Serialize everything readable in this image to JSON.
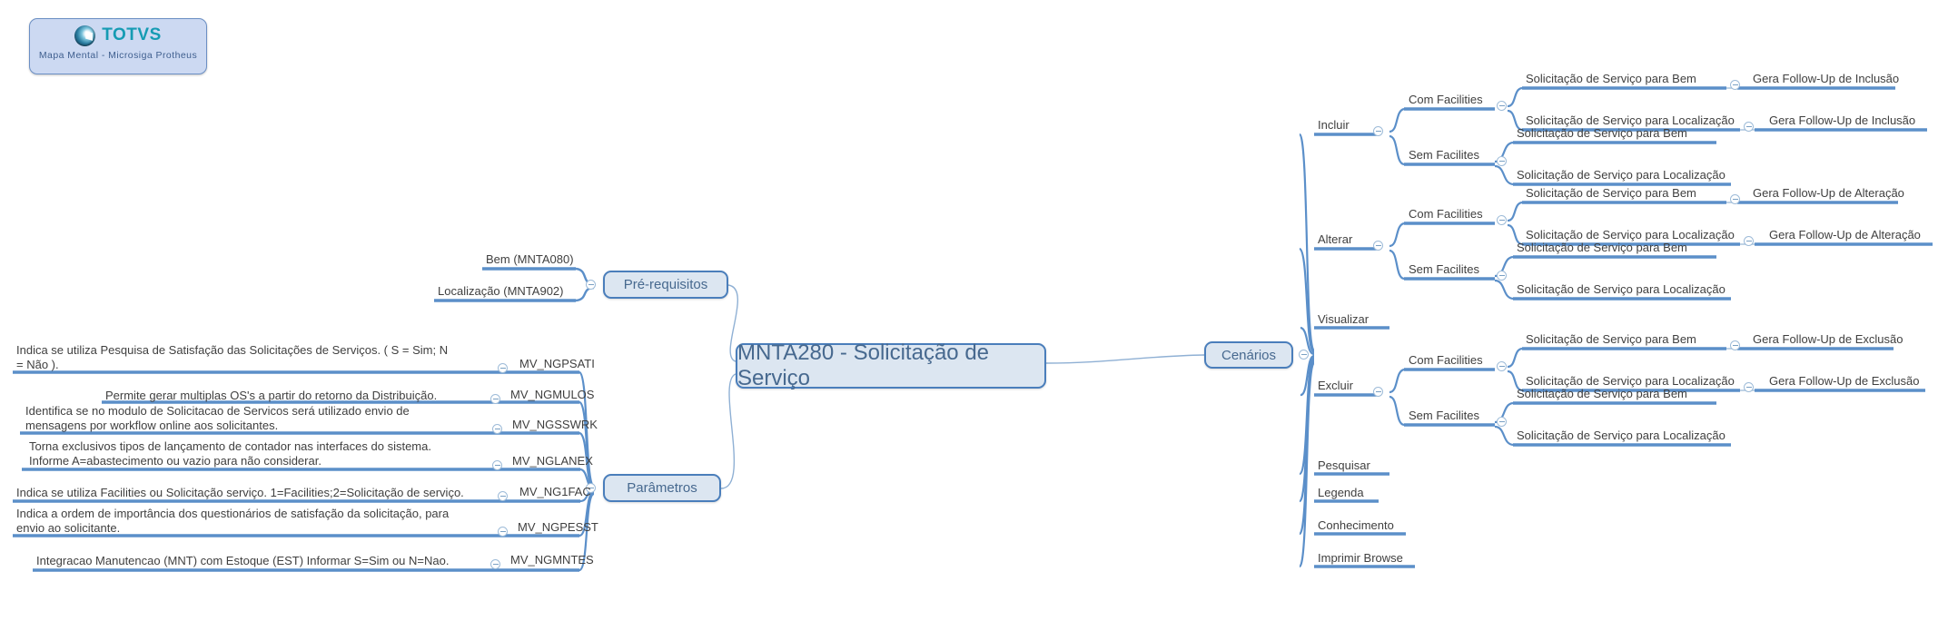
{
  "logo": {
    "orb_icon": "totvs-orb-icon",
    "wordmark": "TOTVS",
    "subtitle": "Mapa Mental - Microsiga Protheus",
    "brand_color": "#159bb3",
    "card_fill": "#ccd9f2",
    "card_border": "#6b8fc4"
  },
  "theme": {
    "node_fill": "#dce6f1",
    "node_border": "#4a7ebb",
    "node_text": "#47698f",
    "branch_line": "#5b8fc9",
    "leaf_text": "#3f3f3f"
  },
  "central": {
    "label": "MNTA280 - Solicitação de Serviço"
  },
  "branches": {
    "prerequisitos": {
      "label": "Pré-requisitos",
      "items": [
        {
          "label": "Bem (MNTA080)"
        },
        {
          "label": "Localização (MNTA902)"
        }
      ]
    },
    "parametros": {
      "label": "Parâmetros",
      "items": [
        {
          "description": "Indica se utiliza Pesquisa de Satisfação das Solicitações de Serviços. ( S = Sim; N = Não ).",
          "param": "MV_NGPSATI"
        },
        {
          "description": "Permite gerar multiplas OS's a partir do retorno da Distribuição.",
          "param": "MV_NGMULOS"
        },
        {
          "description": "Identifica se no modulo de Solicitacao de Servicos será utilizado envio de mensagens por workflow online aos solicitantes.",
          "param": "MV_NGSSWRK"
        },
        {
          "description": "Torna exclusivos tipos de lançamento de contador  nas interfaces do sistema. Informe A=abastecimento ou vazio para não considerar.",
          "param": "MV_NGLANEX"
        },
        {
          "description": "Indica se utiliza Facilities ou Solicitação  serviço. 1=Facilities;2=Solicitação de serviço.",
          "param": "MV_NG1FAC"
        },
        {
          "description": "Indica a ordem de importância dos questionários de satisfação da solicitação, para envio ao solicitante.",
          "param": "MV_NGPESST"
        },
        {
          "description": "Integracao Manutencao (MNT) com Estoque (EST) Informar S=Sim ou N=Nao.",
          "param": "MV_NGMNTES"
        }
      ]
    },
    "cenarios": {
      "label": "Cenários",
      "items": [
        {
          "label": "Incluir",
          "groups": [
            {
              "label": "Com Facilities",
              "children": [
                {
                  "label": "Solicitação de Serviço para Bem",
                  "followup": "Gera Follow-Up de Inclusão"
                },
                {
                  "label": "Solicitação de Serviço para Localização",
                  "followup": "Gera Follow-Up de Inclusão"
                }
              ]
            },
            {
              "label": "Sem Facilites",
              "children": [
                {
                  "label": "Solicitação de Serviço para Bem",
                  "followup": ""
                },
                {
                  "label": "Solicitação de Serviço para Localização",
                  "followup": ""
                }
              ]
            }
          ]
        },
        {
          "label": "Alterar",
          "groups": [
            {
              "label": "Com Facilities",
              "children": [
                {
                  "label": "Solicitação de Serviço para Bem",
                  "followup": "Gera Follow-Up de Alteração"
                },
                {
                  "label": "Solicitação de Serviço para Localização",
                  "followup": "Gera Follow-Up de Alteração"
                }
              ]
            },
            {
              "label": "Sem Facilites",
              "children": [
                {
                  "label": "Solicitação de Serviço para Bem",
                  "followup": ""
                },
                {
                  "label": "Solicitação de Serviço para Localização",
                  "followup": ""
                }
              ]
            }
          ]
        },
        {
          "label": "Visualizar",
          "groups": []
        },
        {
          "label": "Excluir",
          "groups": [
            {
              "label": "Com Facilities",
              "children": [
                {
                  "label": "Solicitação de Serviço para Bem",
                  "followup": "Gera Follow-Up de Exclusão"
                },
                {
                  "label": "Solicitação de Serviço para Localização",
                  "followup": "Gera Follow-Up de Exclusão"
                }
              ]
            },
            {
              "label": "Sem Facilites",
              "children": [
                {
                  "label": "Solicitação de Serviço para Bem",
                  "followup": ""
                },
                {
                  "label": "Solicitação de Serviço para Localização",
                  "followup": ""
                }
              ]
            }
          ]
        },
        {
          "label": "Pesquisar",
          "groups": []
        },
        {
          "label": "Legenda",
          "groups": []
        },
        {
          "label": "Conhecimento",
          "groups": []
        },
        {
          "label": "Imprimir Browse",
          "groups": []
        }
      ]
    }
  }
}
